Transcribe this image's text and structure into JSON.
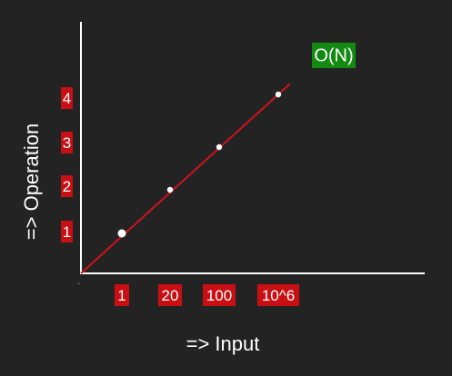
{
  "chart_data": {
    "type": "line",
    "title": "",
    "xlabel": "=> Input",
    "ylabel": "=> Operation",
    "categories": [
      "1",
      "20",
      "100",
      "10^6"
    ],
    "y_ticks": [
      "1",
      "2",
      "3",
      "4"
    ],
    "series": [
      {
        "name": "O(N)",
        "values": [
          1,
          2,
          3,
          4
        ]
      }
    ],
    "line_color": "#d0131a",
    "tick_label_background": "#c80f14",
    "legend_background": "#128a12",
    "point_color": "#ffffff",
    "axis_color": "#ffffff",
    "grid": false,
    "legend_placement": "top-right",
    "stray_mark": "`"
  }
}
